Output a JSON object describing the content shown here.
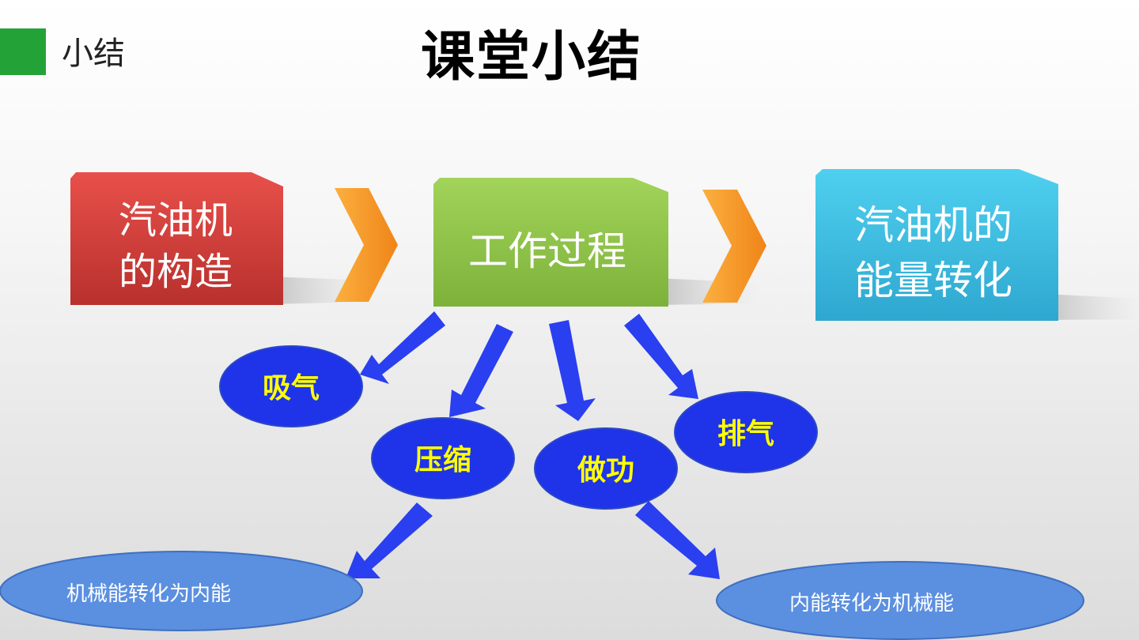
{
  "header": {
    "section_label": "小结",
    "title": "课堂小结"
  },
  "flow": {
    "structure": {
      "lines": [
        "汽油机",
        "的构造"
      ]
    },
    "process": {
      "lines": [
        "工作过程"
      ]
    },
    "energy": {
      "lines": [
        "汽油机的",
        "能量转化"
      ]
    }
  },
  "strokes": {
    "intake": "吸气",
    "compression": "压缩",
    "power": "做功",
    "exhaust": "排气"
  },
  "conversions": {
    "compression_result": "机械能转化为内能",
    "power_result": "内能转化为机械能"
  },
  "colors": {
    "section_green": "#23a337",
    "box_red": "#d03b37",
    "box_green": "#8fc446",
    "box_blue": "#3ec0e2",
    "chevron_orange": "#f7921e",
    "arrow_blue": "#2a3ff0",
    "stroke_ellipse": "#1f33e8",
    "stroke_text": "#ffff00",
    "result_ellipse": "#5b8fe0"
  }
}
